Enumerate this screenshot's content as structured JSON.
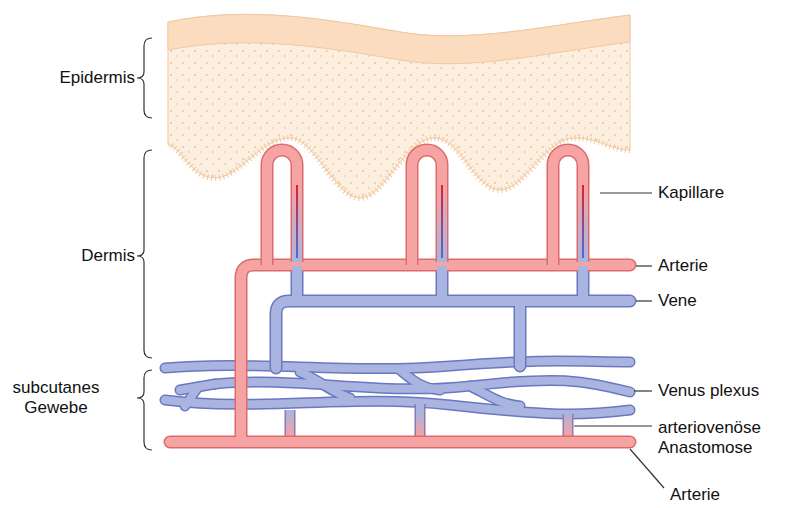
{
  "diagram": {
    "labels": [
      "Epidermis",
      "Dermis",
      "subcutanes Gewebe",
      "Kapillare",
      "Arterie",
      "Vene",
      "Venus plexus",
      "arteriovenöse Anastomose",
      "Arterie"
    ]
  }
}
